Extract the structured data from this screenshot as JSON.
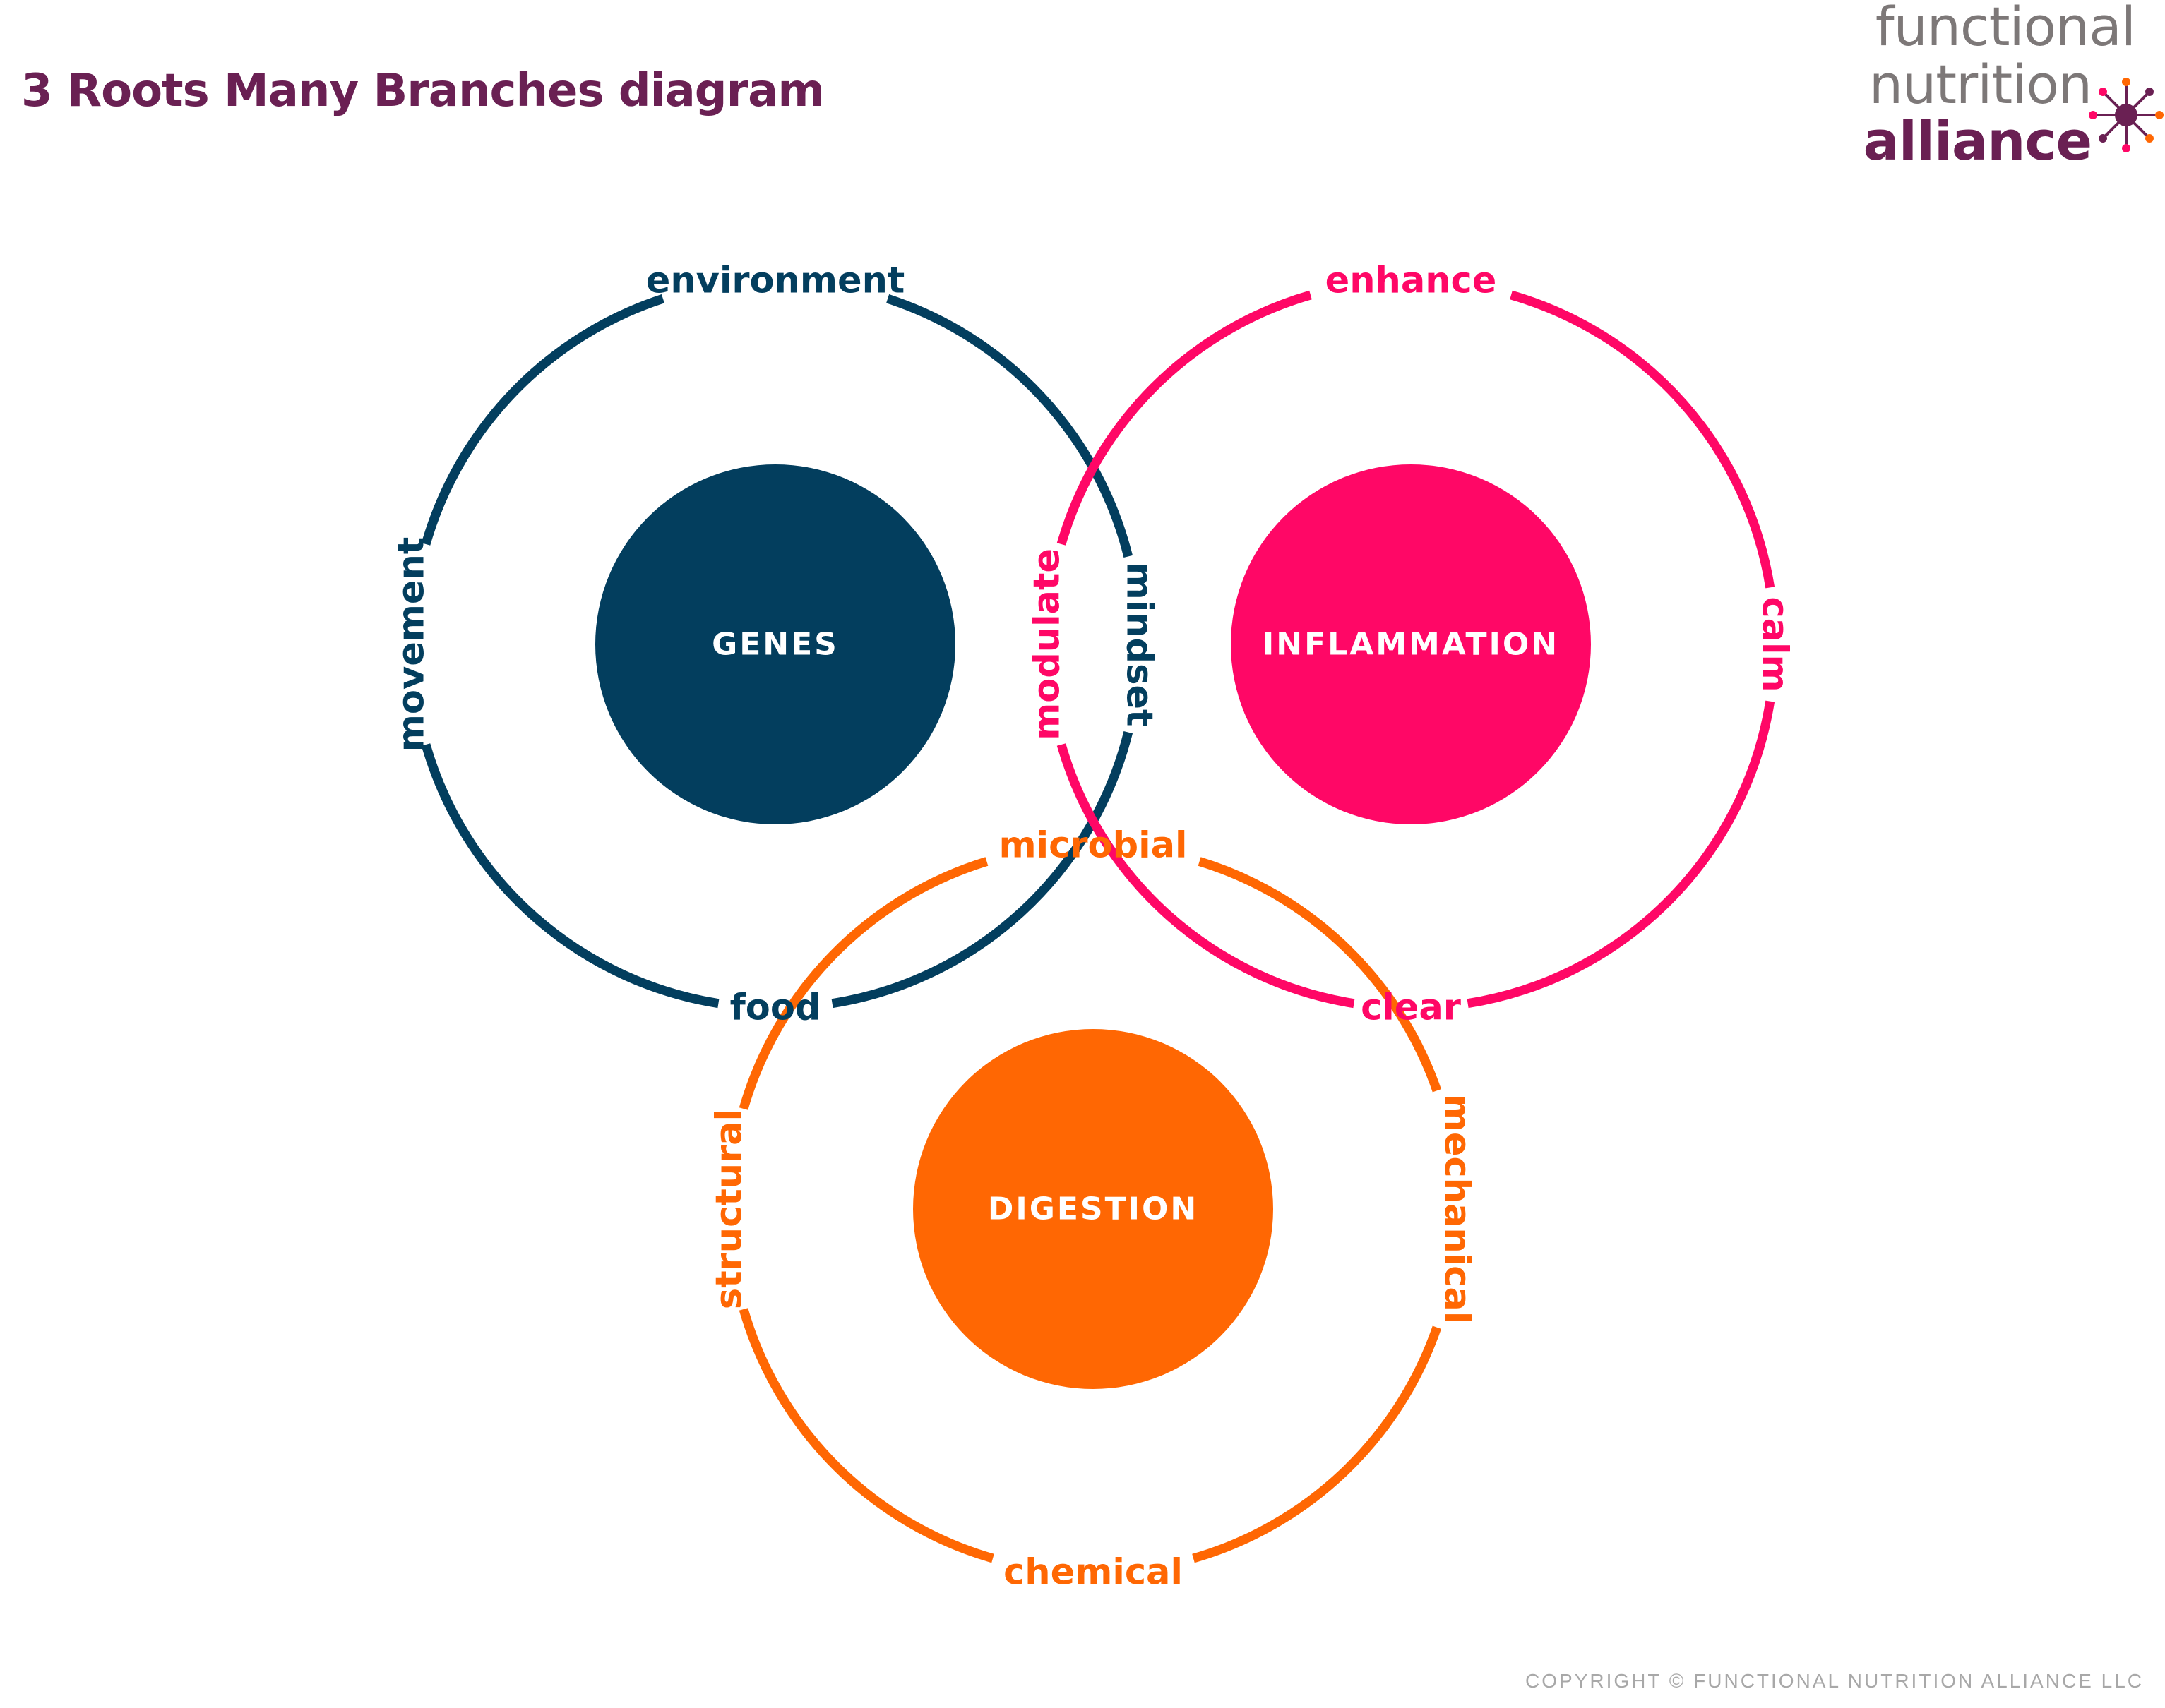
{
  "title": "3 Roots Many Branches diagram",
  "logo": {
    "line1": "functional",
    "line2": "nutrition",
    "line3": "alliance"
  },
  "colors": {
    "title": "#6a2053",
    "genes": "#033e5e",
    "inflammation": "#ff0766",
    "digestion": "#ff6703",
    "logo_grey": "#7d7878",
    "copyright": "#a8a8a8"
  },
  "roots": [
    {
      "id": "genes",
      "label": "GENES",
      "color": "#033e5e",
      "branches": {
        "top": "environment",
        "left": "movement",
        "right": "mindset",
        "bottom": "food"
      }
    },
    {
      "id": "inflammation",
      "label": "INFLAMMATION",
      "color": "#ff0766",
      "branches": {
        "top": "enhance",
        "left": "modulate",
        "right": "calm",
        "bottom": "clear"
      }
    },
    {
      "id": "digestion",
      "label": "DIGESTION",
      "color": "#ff6703",
      "branches": {
        "top": "microbial",
        "left": "structural",
        "right": "mechanical",
        "bottom": "chemical"
      }
    }
  ],
  "copyright": "COPYRIGHT © FUNCTIONAL NUTRITION ALLIANCE LLC"
}
